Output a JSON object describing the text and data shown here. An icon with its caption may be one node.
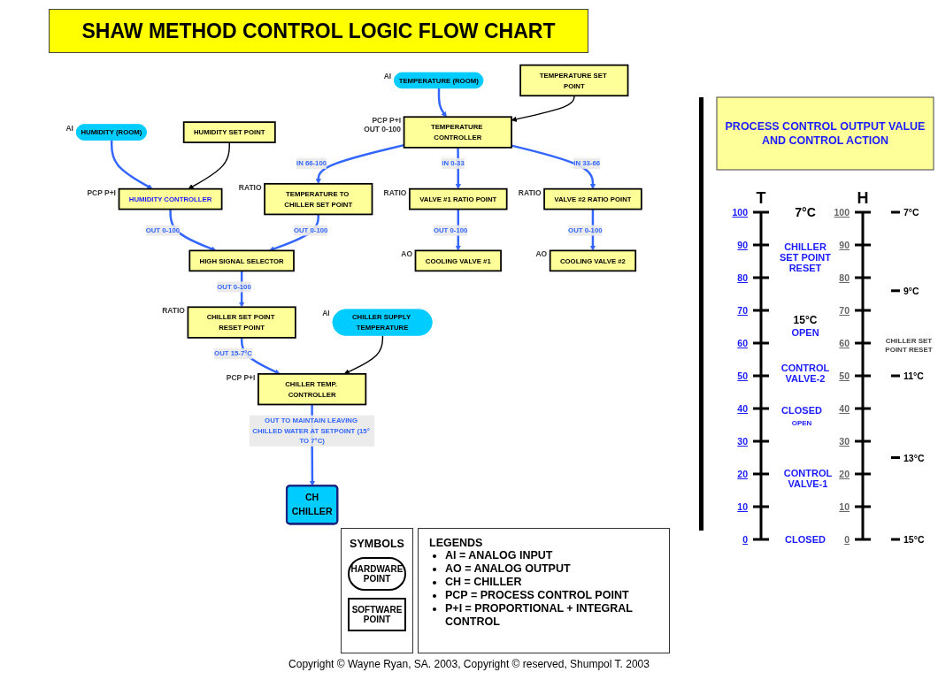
{
  "diagram": {
    "title": "SHAW METHOD CONTROL LOGIC FLOW CHART",
    "caption": "Copyright © Wayne Ryan, SA. 2003, Copyright © reserved, Shumpol T. 2003",
    "nodes": [
      {
        "text": [
          "HUMIDITY (ROOM)"
        ],
        "beside": [
          "AI"
        ]
      },
      {
        "text": [
          "HUMIDITY CONTROLLER"
        ],
        "beside": [
          "PCP P+I"
        ]
      },
      {
        "text": [
          "HUMIDITY SET POINT"
        ]
      },
      {
        "text": [
          "HIGH SIGNAL SELECTOR"
        ]
      },
      {
        "text": [
          "TEMPERATURE TO CHILLER SET POINT"
        ],
        "beside": [
          "RATIO"
        ]
      },
      {
        "text": [
          "CHILLER SET POINT RESET POINT"
        ],
        "beside": [
          "RATIO"
        ]
      },
      {
        "text": [
          "CHILLER SUPPLY TEMPERATURE"
        ],
        "beside": [
          "AI"
        ]
      },
      {
        "text": [
          "CHILLER TEMP. CONTROLLER"
        ],
        "beside": [
          "PCP P+I"
        ]
      },
      {
        "text": [
          "CH",
          "CHILLER"
        ]
      },
      {
        "text": [
          "COOLING VALVE #1"
        ],
        "beside": [
          "AO"
        ]
      },
      {
        "text": [
          "COOLING VALVE #2"
        ],
        "beside": [
          "AO"
        ]
      },
      {
        "text": [
          "VALVE #1 RATIO POINT"
        ],
        "beside": [
          "RATIO"
        ]
      },
      {
        "text": [
          "VALVE #2 RATIO POINT"
        ],
        "beside": [
          "RATIO"
        ]
      },
      {
        "text": [
          "TEMPERATURE CONTROLLER"
        ],
        "beside": [
          "PCP P+I",
          "OUT 0-100"
        ]
      },
      {
        "text": [
          "TEMPERATURE SET POINT"
        ]
      },
      {
        "text": [
          "TEMPERATURE (ROOM)"
        ],
        "beside": [
          "AI"
        ]
      }
    ],
    "edges": [
      {
        "from": 0,
        "to": 1,
        "arrow": "to"
      },
      {
        "from": 2,
        "to": 1,
        "arrow": "to",
        "color": "#000000"
      },
      {
        "from": 1,
        "to": 3,
        "arrow": "to",
        "label": "OUT 0-100"
      },
      {
        "from": 4,
        "to": 3,
        "arrow": "to",
        "label": "OUT 0-100"
      },
      {
        "from": 3,
        "to": 5,
        "arrow": "to",
        "label": "OUT 0-100"
      },
      {
        "from": 5,
        "to": 7,
        "arrow": "to",
        "label": "OUT 15-7°C"
      },
      {
        "from": 6,
        "to": 7,
        "arrow": "to",
        "color": "#000000"
      },
      {
        "from": 7,
        "to": 8,
        "arrow": "to",
        "label": "OUT TO MAINTAIN LEAVING CHILLED WATER AT SETPOINT (15° TO 7°C)"
      },
      {
        "from": 11,
        "to": 9,
        "arrow": "to",
        "label": "OUT 0-100"
      },
      {
        "from": 12,
        "to": 10,
        "arrow": "to",
        "label": "OUT 0-100"
      },
      {
        "from": 15,
        "to": 13,
        "arrow": "to"
      },
      {
        "from": 14,
        "to": 13,
        "arrow": "to",
        "color": "#000000"
      },
      {
        "from": 13,
        "to": 4,
        "arrow": "to",
        "label": "IN 66-100"
      },
      {
        "from": 13,
        "to": 11,
        "arrow": "to",
        "label": "IN 0-33"
      },
      {
        "from": 13,
        "to": 12,
        "arrow": "to",
        "label": "IN 33-66"
      }
    ],
    "labels": [
      "PROCESS CONTROL OUTPUT VALUE AND CONTROL ACTION",
      "T",
      "H",
      "100",
      "90",
      "80",
      "70",
      "60",
      "50",
      "40",
      "30",
      "20",
      "10",
      "0",
      "100",
      "90",
      "80",
      "70",
      "60",
      "50",
      "40",
      "30",
      "20",
      "10",
      "0",
      "7°C",
      "CHILLER SET POINT RESET",
      "15°C",
      "OPEN",
      "CONTROL VALVE-2",
      "CLOSED",
      "OPEN",
      "CONTROL VALVE-1",
      "CLOSED",
      "7°C",
      "9°C",
      "CHILLER SET POINT RESET",
      "11°C",
      "13°C",
      "15°C",
      "SYMBOLS",
      "LEGENDS",
      "AI = ANALOG INPUT",
      "AO = ANALOG OUTPUT",
      "CH = CHILLER",
      "PCP = PROCESS CONTROL POINT",
      "P+I = PROPORTIONAL + INTEGRAL CONTROL"
    ],
    "legend": [
      {
        "text": "HARDWARE POINT"
      },
      {
        "text": "SOFTWARE POINT"
      }
    ]
  }
}
